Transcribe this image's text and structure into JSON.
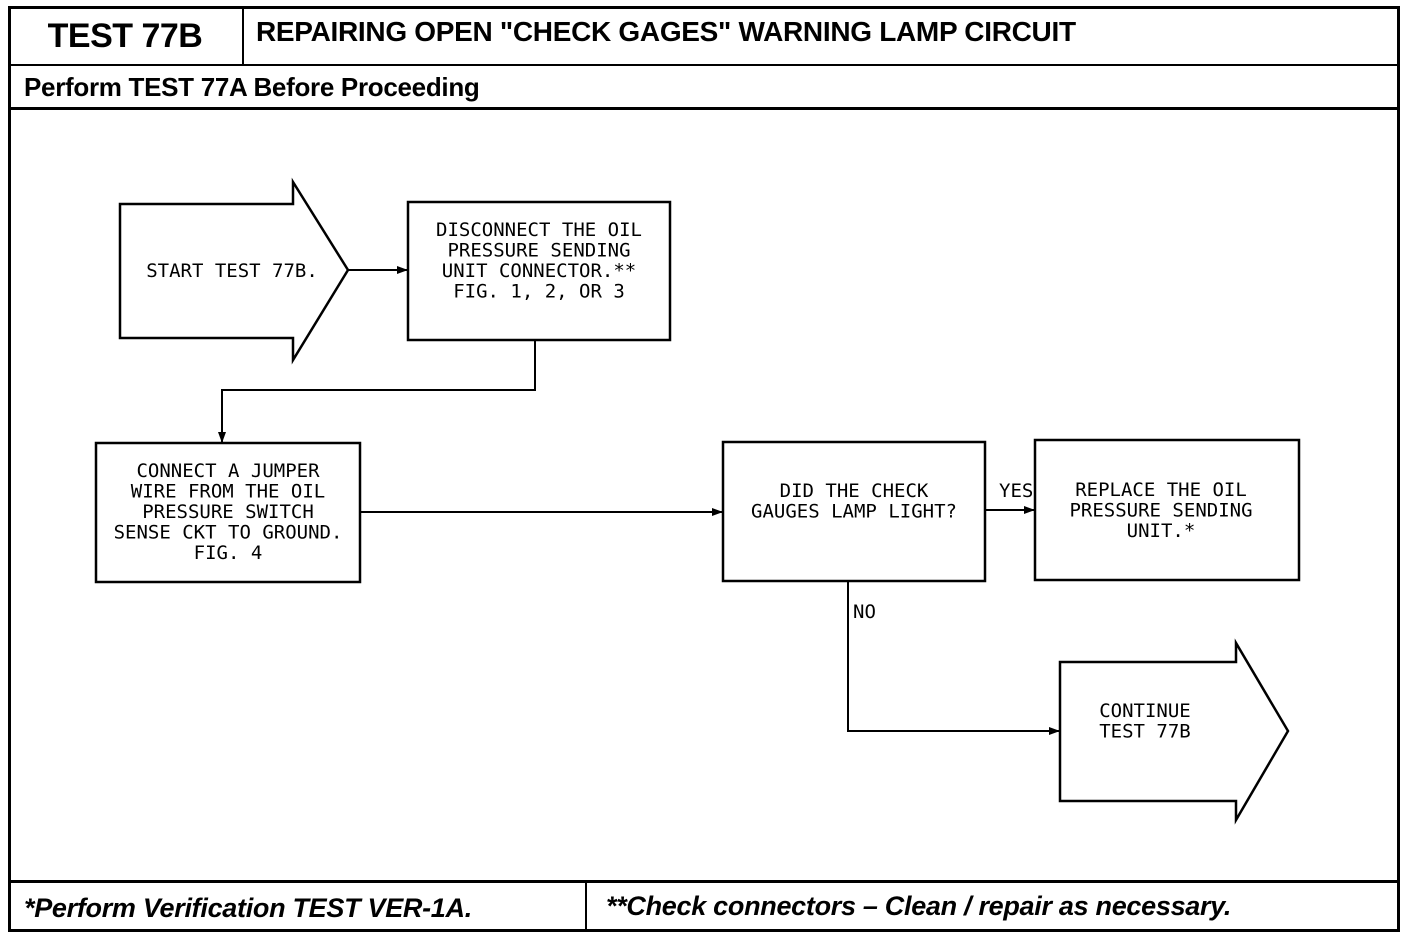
{
  "header": {
    "test_id": "TEST 77B",
    "title": "REPAIRING OPEN \"CHECK GAGES\" WARNING LAMP CIRCUIT",
    "subtitle": "Perform TEST 77A Before Proceeding"
  },
  "flowchart": {
    "start": [
      "START TEST 77B."
    ],
    "disconnect": [
      "DISCONNECT THE OIL",
      "PRESSURE SENDING",
      "UNIT CONNECTOR.**",
      "",
      "FIG. 1, 2, OR 3"
    ],
    "jumper": [
      "CONNECT A JUMPER",
      "WIRE FROM THE OIL",
      "PRESSURE SWITCH",
      "SENSE CKT TO GROUND.",
      "FIG. 4"
    ],
    "question": [
      "DID THE CHECK",
      "GAUGES LAMP LIGHT?"
    ],
    "replace": [
      "REPLACE THE OIL",
      "PRESSURE SENDING",
      "UNIT.*"
    ],
    "continue": [
      "CONTINUE",
      "TEST 77B"
    ],
    "yes_label": "YES",
    "no_label": "NO"
  },
  "footer": {
    "left_note": "*Perform Verification TEST VER-1A.",
    "right_note": "**Check connectors – Clean / repair as necessary."
  }
}
